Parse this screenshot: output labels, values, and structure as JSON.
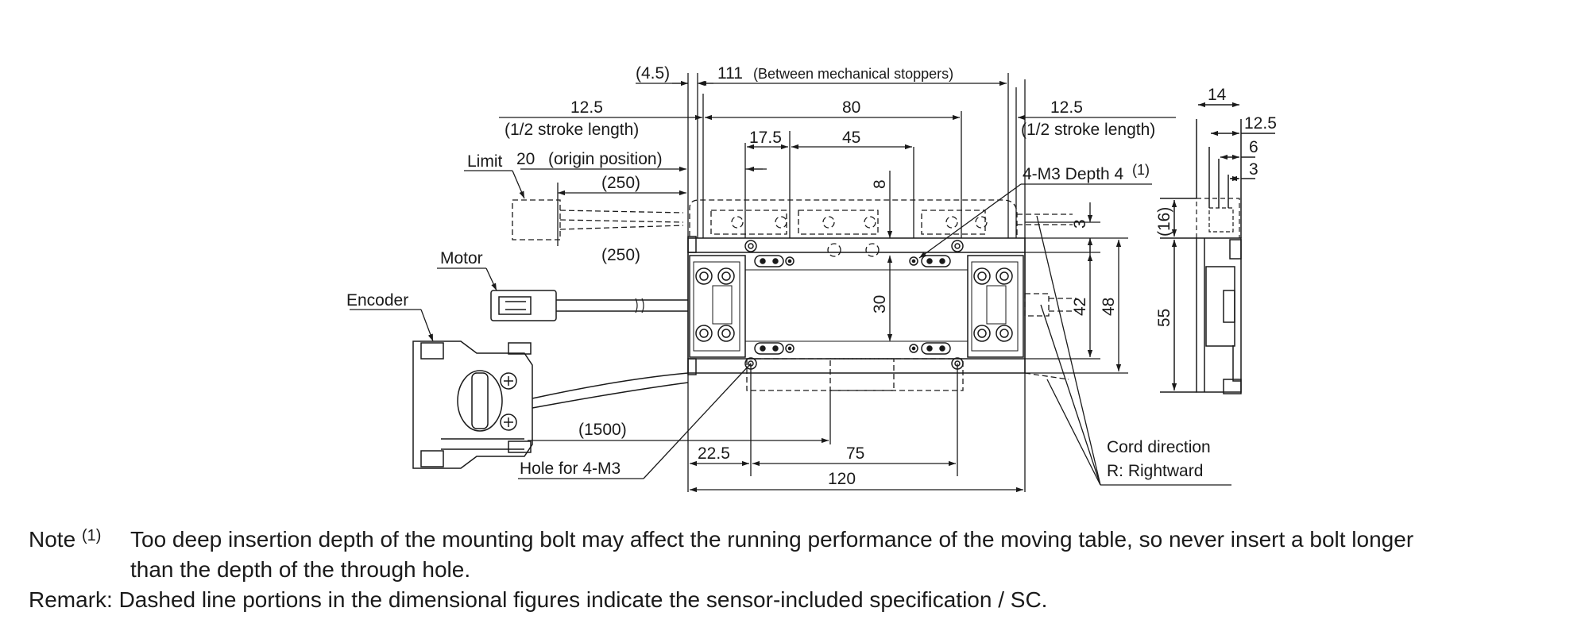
{
  "dims": {
    "d_4_5": "(4.5)",
    "d_111": "111",
    "d_111_note": "(Between mechanical stoppers)",
    "d_80": "80",
    "d_12_5_left": "12.5",
    "d_half_stroke_left": "(1/2 stroke length)",
    "d_12_5_right": "12.5",
    "d_half_stroke_right": "(1/2 stroke length)",
    "d_17_5": "17.5",
    "d_45": "45",
    "d_20": "20",
    "d_origin": "(origin position)",
    "d_250_limit": "(250)",
    "d_8": "8",
    "d_3_top": "3",
    "d_250_motor": "(250)",
    "d_30": "30",
    "d_42": "42",
    "d_48": "48",
    "d_1500": "(1500)",
    "d_22_5": "22.5",
    "d_75": "75",
    "d_120": "120",
    "side_14": "14",
    "side_12_5": "12.5",
    "side_6": "6",
    "side_3": "3",
    "side_16": "(16)",
    "side_55": "55"
  },
  "labels": {
    "limit": "Limit",
    "motor": "Motor",
    "encoder": "Encoder",
    "tap": "4-M3 Depth 4",
    "tap_note_ref": "(1)",
    "hole": "Hole for 4-M3",
    "cord_1": "Cord direction",
    "cord_2": "R: Rightward"
  },
  "notes": {
    "note_prefix": "Note",
    "note_ref": "(1)",
    "note_line1": "Too deep insertion depth of the mounting bolt may affect the running performance of the moving table, so never insert a bolt longer",
    "note_line2": "than the depth of the through hole.",
    "remark": "Remark: Dashed line portions in the dimensional figures indicate the sensor-included specification / SC."
  }
}
